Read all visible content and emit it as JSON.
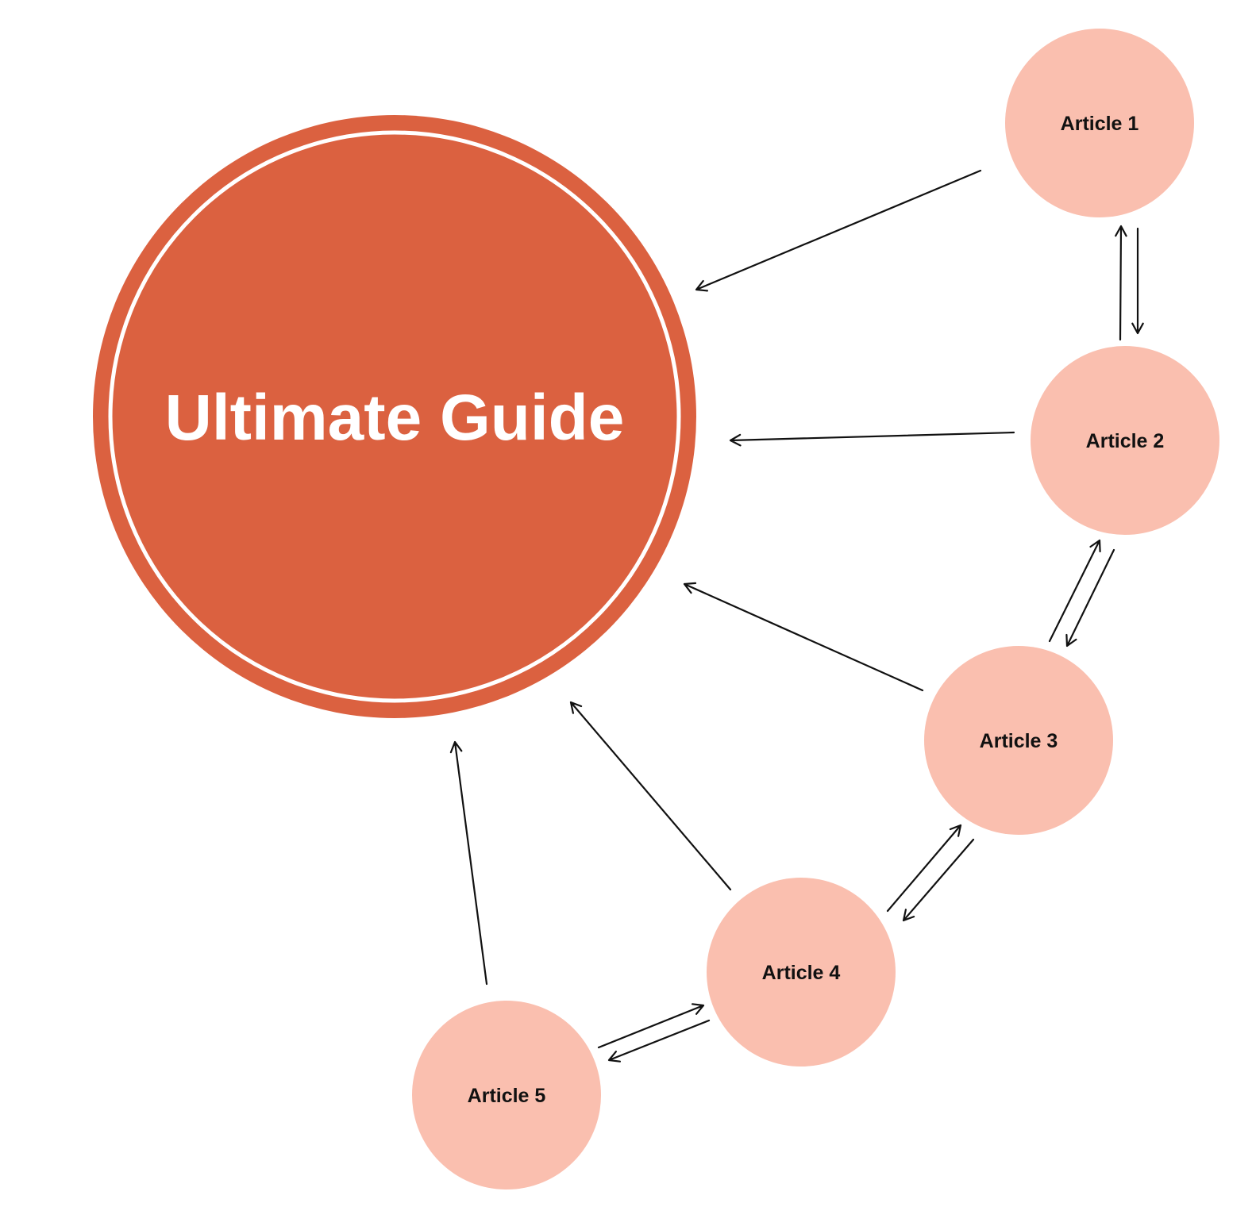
{
  "colors": {
    "hub_fill": "#DB6140",
    "hub_ring": "#FFFFFF",
    "hub_text": "#FFFFFF",
    "node_fill": "#FABFAF",
    "node_text": "#111111",
    "arrow": "#111111"
  },
  "hub": {
    "title": "Ultimate Guide"
  },
  "nodes": [
    {
      "id": "a1",
      "label": "Article 1"
    },
    {
      "id": "a2",
      "label": "Article 2"
    },
    {
      "id": "a3",
      "label": "Article 3"
    },
    {
      "id": "a4",
      "label": "Article 4"
    },
    {
      "id": "a5",
      "label": "Article 5"
    }
  ],
  "edges": [
    {
      "from": "a1",
      "to": "hub"
    },
    {
      "from": "a2",
      "to": "hub"
    },
    {
      "from": "a3",
      "to": "hub"
    },
    {
      "from": "a4",
      "to": "hub"
    },
    {
      "from": "a5",
      "to": "hub"
    },
    {
      "from": "a1",
      "to": "a2"
    },
    {
      "from": "a2",
      "to": "a1"
    },
    {
      "from": "a2",
      "to": "a3"
    },
    {
      "from": "a3",
      "to": "a2"
    },
    {
      "from": "a3",
      "to": "a4"
    },
    {
      "from": "a4",
      "to": "a3"
    },
    {
      "from": "a4",
      "to": "a5"
    },
    {
      "from": "a5",
      "to": "a4"
    }
  ]
}
